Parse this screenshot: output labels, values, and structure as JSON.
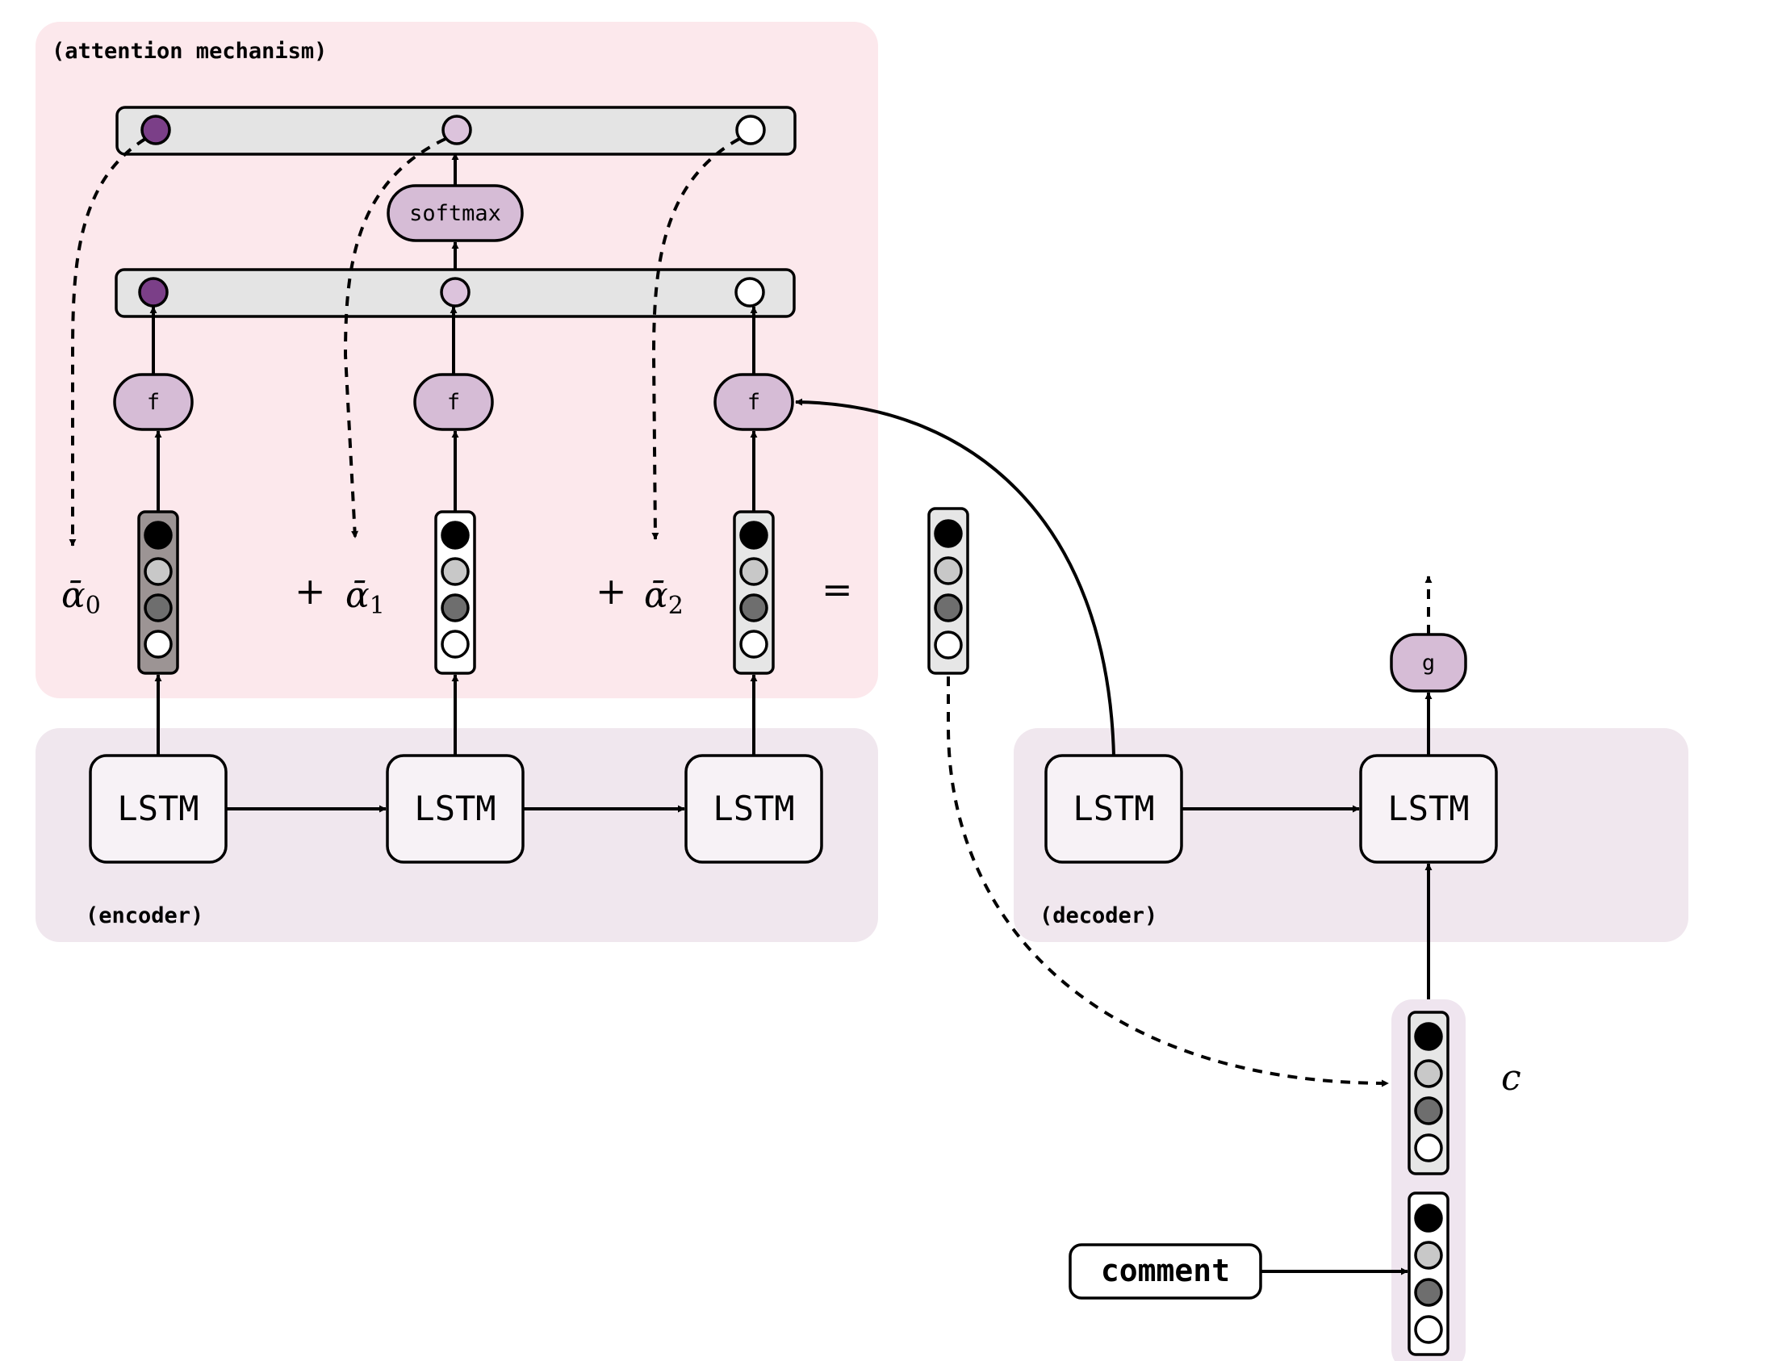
{
  "labels": {
    "attention": "(attention mechanism)",
    "encoder": "(encoder)",
    "decoder": "(decoder)",
    "softmax": "softmax",
    "f": "f",
    "g": "g",
    "lstm": "LSTM",
    "comment": "comment",
    "context": "c",
    "plus": "+",
    "equals": "="
  },
  "weights": [
    {
      "symbol": "ᾱ",
      "index": "0",
      "fill": "#7b3f88"
    },
    {
      "symbol": "ᾱ",
      "index": "1",
      "fill": "#dcc3dc"
    },
    {
      "symbol": "ᾱ",
      "index": "2",
      "fill": "#ffffff"
    }
  ],
  "encoder_vectors": [
    {
      "bg": "#9c9494"
    },
    {
      "bg": "#ffffff"
    },
    {
      "bg": "#e6e6e6"
    }
  ],
  "vector_dots": [
    "#000000",
    "#c8c8c8",
    "#6e6e6e",
    "#ffffff"
  ],
  "colors": {
    "attention_bg": "#fce8ec",
    "region_bg": "#f0e7ee",
    "lstm_fill": "#f7f2f6",
    "fn_fill": "#d6bcd6",
    "bar_fill": "#e4e4e4",
    "context_vec_bg": "#e6e6e6",
    "input_column_bg": "#efe5ef"
  },
  "icons": [
    "arrow-head",
    "dashed-arrow"
  ]
}
